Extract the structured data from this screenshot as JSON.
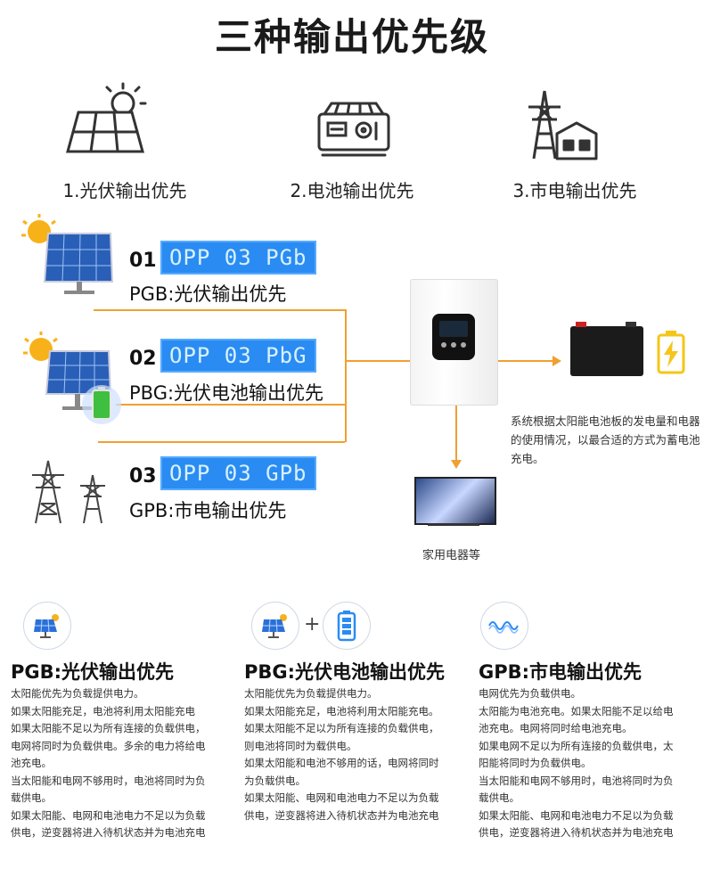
{
  "title": "三种输出优先级",
  "top_modes": [
    {
      "label": "1.光伏输出优先"
    },
    {
      "label": "2.电池输出优先"
    },
    {
      "label": "3.市电输出优先"
    }
  ],
  "modes": [
    {
      "num": "01",
      "lcd": "OPP 03 PGb",
      "desc": "PGB:光伏输出优先"
    },
    {
      "num": "02",
      "lcd": "OPP 03 PbG",
      "desc": "PBG:光伏电池输出优先"
    },
    {
      "num": "03",
      "lcd": "OPP 03 GPb",
      "desc": "GPB:市电输出优先"
    }
  ],
  "side_note": "系统根据太阳能电池板的发电量和电器的使用情况，以最合适的方式为蓄电池充电。",
  "appliance_label": "家用电器等",
  "columns": [
    {
      "title": "PGB:光伏输出优先",
      "lines": [
        "太阳能优先为负载提供电力。",
        "如果太阳能充足，电池将利用太阳能充电",
        "如果太阳能不足以为所有连接的负载供电，",
        "电网将同时为负载供电。多余的电力将给电",
        "池充电。",
        "当太阳能和电网不够用时，电池将同时为负",
        "载供电。",
        "如果太阳能、电网和电池电力不足以为负载",
        "供电，逆变器将进入待机状态并为电池充电"
      ]
    },
    {
      "title": "PBG:光伏电池输出优先",
      "lines": [
        "太阳能优先为负载提供电力。",
        "如果太阳能充足，电池将利用太阳能充电。",
        "如果太阳能不足以为所有连接的负载供电，",
        "则电池将同时为载供电。",
        "如果太阳能和电池不够用的话，电网将同时",
        "为负载供电。",
        "如果太阳能、电网和电池电力不足以为负载",
        "供电，逆变器将进入待机状态并为电池充电"
      ]
    },
    {
      "title": "GPB:市电输出优先",
      "lines": [
        "电网优先为负载供电。",
        "太阳能为电池充电。如果太阳能不足以给电",
        "池充电。电网将同时给电池充电。",
        "如果电网不足以为所有连接的负载供电，太",
        "阳能将同时为负载供电。",
        "当太阳能和电网不够用时，电池将同时为负",
        "载供电。",
        "如果太阳能、电网和电池电力不足以为负载",
        "供电，逆变器将进入待机状态并为电池充电"
      ]
    }
  ],
  "plus": "+",
  "colors": {
    "accent": "#f0a030",
    "lcd": "#2a8cf2",
    "battery_yellow": "#f5c518"
  }
}
